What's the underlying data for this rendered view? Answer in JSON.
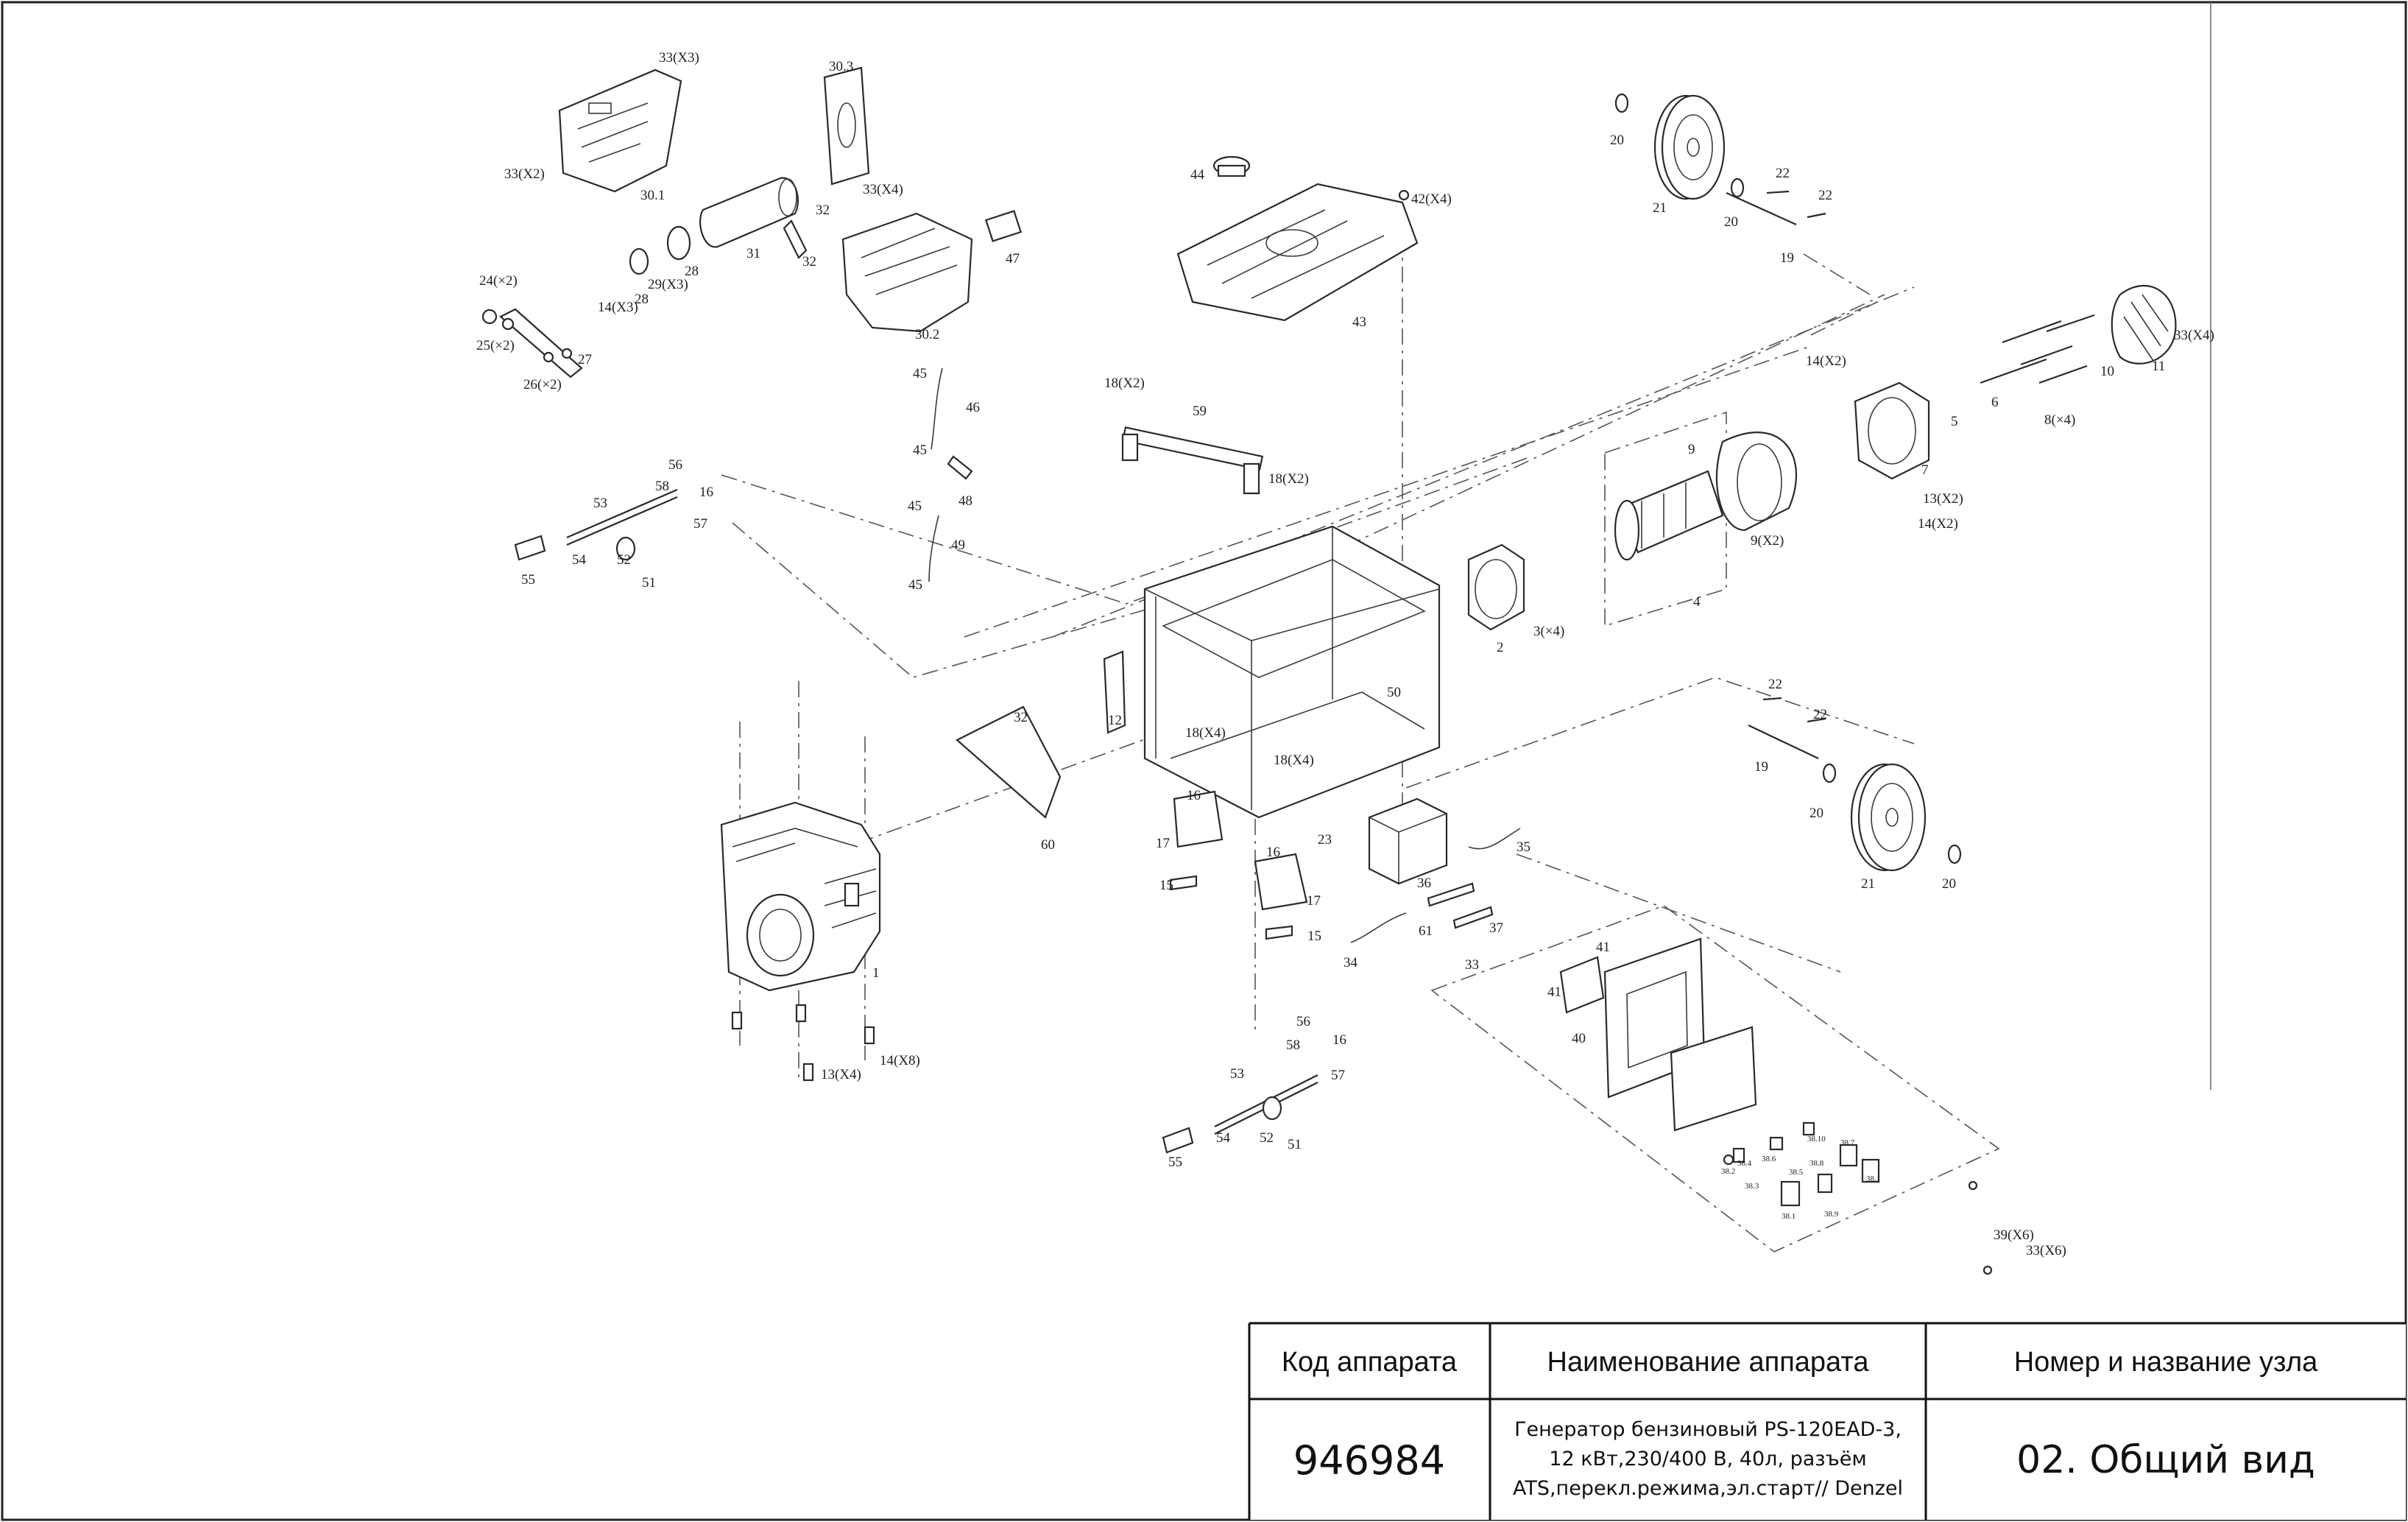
{
  "title_block": {
    "headers": {
      "code": "Код аппарата",
      "name": "Наименование аппарата",
      "node": "Номер и название узла"
    },
    "code": "946984",
    "name_lines": [
      "Генератор бензиновый PS-120EAD-3,",
      "12 кВт,230/400 В, 40л, разъём",
      "ATS,перекл.режима,эл.старт// Denzel"
    ],
    "node": "02. Общий вид"
  },
  "callouts": [
    {
      "t": "33(X3)"
    },
    {
      "t": "33(X2)"
    },
    {
      "t": "30.1"
    },
    {
      "t": "30.3"
    },
    {
      "t": "33(X4)"
    },
    {
      "t": "32"
    },
    {
      "t": "32"
    },
    {
      "t": "31"
    },
    {
      "t": "30.2"
    },
    {
      "t": "47"
    },
    {
      "t": "24(×2)"
    },
    {
      "t": "25(×2)"
    },
    {
      "t": "26(×2)"
    },
    {
      "t": "27"
    },
    {
      "t": "14(X3)"
    },
    {
      "t": "28"
    },
    {
      "t": "29(X3)"
    },
    {
      "t": "28"
    },
    {
      "t": "44"
    },
    {
      "t": "42(X4)"
    },
    {
      "t": "43"
    },
    {
      "t": "20"
    },
    {
      "t": "21"
    },
    {
      "t": "22"
    },
    {
      "t": "22"
    },
    {
      "t": "20"
    },
    {
      "t": "19"
    },
    {
      "t": "33(X4)"
    },
    {
      "t": "11"
    },
    {
      "t": "10"
    },
    {
      "t": "14(X2)"
    },
    {
      "t": "5"
    },
    {
      "t": "6"
    },
    {
      "t": "8(×4)"
    },
    {
      "t": "7"
    },
    {
      "t": "13(X2)"
    },
    {
      "t": "14(X2)"
    },
    {
      "t": "9"
    },
    {
      "t": "9(X2)"
    },
    {
      "t": "4"
    },
    {
      "t": "3(×4)"
    },
    {
      "t": "2"
    },
    {
      "t": "45"
    },
    {
      "t": "46"
    },
    {
      "t": "45"
    },
    {
      "t": "18(X2)"
    },
    {
      "t": "59"
    },
    {
      "t": "18(X2)"
    },
    {
      "t": "48"
    },
    {
      "t": "45"
    },
    {
      "t": "49"
    },
    {
      "t": "45"
    },
    {
      "t": "56"
    },
    {
      "t": "58"
    },
    {
      "t": "16"
    },
    {
      "t": "53"
    },
    {
      "t": "57"
    },
    {
      "t": "55"
    },
    {
      "t": "54"
    },
    {
      "t": "52"
    },
    {
      "t": "51"
    },
    {
      "t": "12"
    },
    {
      "t": "50"
    },
    {
      "t": "18(X4)"
    },
    {
      "t": "18(X4)"
    },
    {
      "t": "32"
    },
    {
      "t": "60"
    },
    {
      "t": "16"
    },
    {
      "t": "17"
    },
    {
      "t": "15"
    },
    {
      "t": "16"
    },
    {
      "t": "17"
    },
    {
      "t": "15"
    },
    {
      "t": "23"
    },
    {
      "t": "36"
    },
    {
      "t": "35"
    },
    {
      "t": "61"
    },
    {
      "t": "37"
    },
    {
      "t": "34"
    },
    {
      "t": "33"
    },
    {
      "t": "22"
    },
    {
      "t": "22"
    },
    {
      "t": "19"
    },
    {
      "t": "20"
    },
    {
      "t": "21"
    },
    {
      "t": "20"
    },
    {
      "t": "1"
    },
    {
      "t": "13(X4)"
    },
    {
      "t": "14(X8)"
    },
    {
      "t": "56"
    },
    {
      "t": "58"
    },
    {
      "t": "16"
    },
    {
      "t": "57"
    },
    {
      "t": "53"
    },
    {
      "t": "54"
    },
    {
      "t": "52"
    },
    {
      "t": "51"
    },
    {
      "t": "55"
    },
    {
      "t": "41"
    },
    {
      "t": "41"
    },
    {
      "t": "40"
    },
    {
      "t": "38.4"
    },
    {
      "t": "38.6"
    },
    {
      "t": "38.10"
    },
    {
      "t": "38.7"
    },
    {
      "t": "38.2"
    },
    {
      "t": "38.3"
    },
    {
      "t": "38.5"
    },
    {
      "t": "38.8"
    },
    {
      "t": "38.1"
    },
    {
      "t": "38.1"
    },
    {
      "t": "38.9"
    },
    {
      "t": "39(X6)"
    },
    {
      "t": "33(X6)"
    }
  ]
}
